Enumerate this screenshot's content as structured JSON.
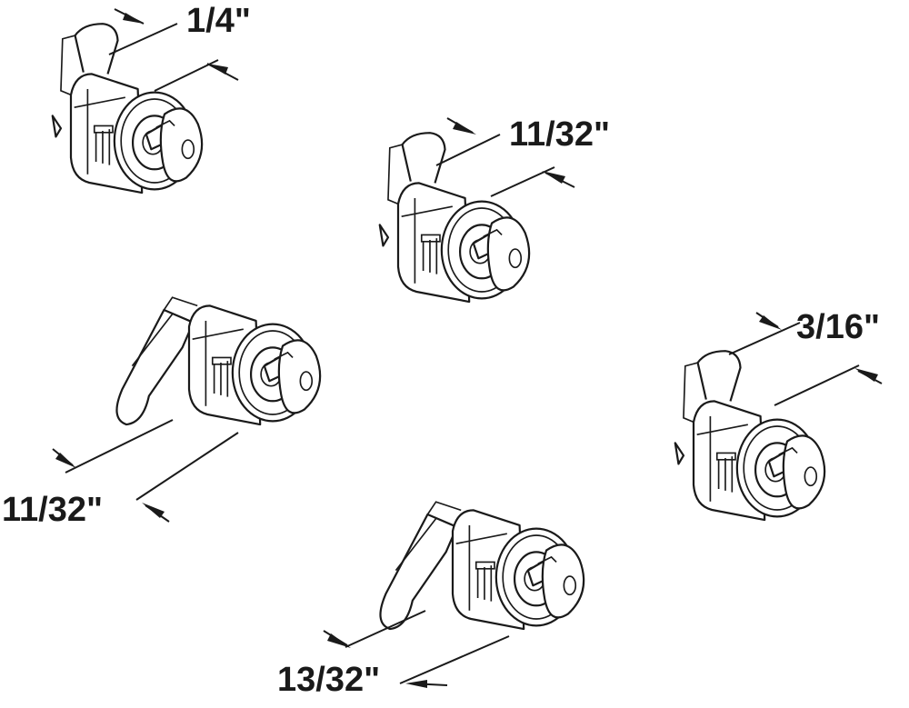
{
  "figure": {
    "background": "#ffffff",
    "ink_color": "#1a1a1a"
  },
  "locks": [
    {
      "id": "lock-1",
      "cam": "straight-short",
      "dimension": "1/4\""
    },
    {
      "id": "lock-2",
      "cam": "straight",
      "dimension": "11/32\""
    },
    {
      "id": "lock-3",
      "cam": "offset",
      "dimension": "11/32\""
    },
    {
      "id": "lock-4",
      "cam": "straight",
      "dimension": "3/16\""
    },
    {
      "id": "lock-5",
      "cam": "offset",
      "dimension": "13/32\""
    }
  ]
}
